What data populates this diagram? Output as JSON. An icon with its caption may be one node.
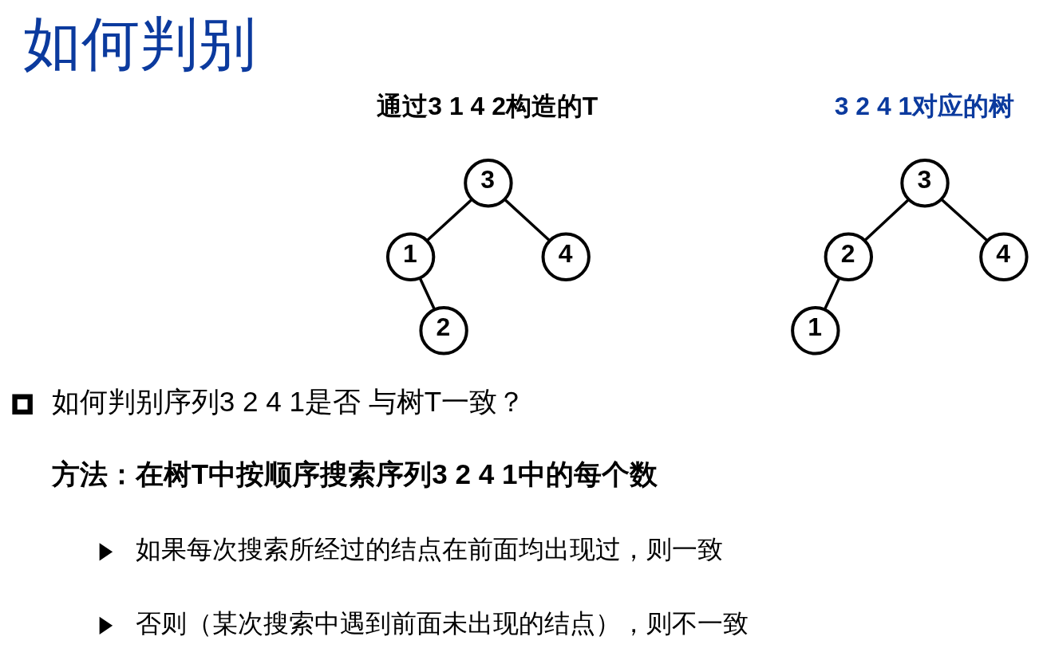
{
  "diagram": {
    "title": "如何判别",
    "nodes": [
      {
        "text": [
          "3"
        ]
      },
      {
        "text": [
          "1"
        ]
      },
      {
        "text": [
          "4"
        ]
      },
      {
        "text": [
          "2"
        ]
      },
      {
        "text": [
          "3"
        ]
      },
      {
        "text": [
          "2"
        ]
      },
      {
        "text": [
          "4"
        ]
      },
      {
        "text": [
          "1"
        ]
      }
    ],
    "edges": [
      {
        "from": 0,
        "to": 1,
        "arrow": "none"
      },
      {
        "from": 0,
        "to": 2,
        "arrow": "none"
      },
      {
        "from": 1,
        "to": 3,
        "arrow": "none"
      },
      {
        "from": 4,
        "to": 5,
        "arrow": "none"
      },
      {
        "from": 4,
        "to": 6,
        "arrow": "none"
      },
      {
        "from": 5,
        "to": 7,
        "arrow": "none"
      }
    ],
    "labels": [
      "通过3 1 4 2构造的T",
      "3 2 4 1对应的树",
      "如何判别序列3 2 4 1是否 与树T一致？",
      "方法：在树T中按顺序搜索序列3 2 4 1中的每个数",
      "如果每次搜索所经过的结点在前面均出现过，则一致",
      "否则（某次搜索中遇到前面未出现的结点），则不一致"
    ]
  }
}
